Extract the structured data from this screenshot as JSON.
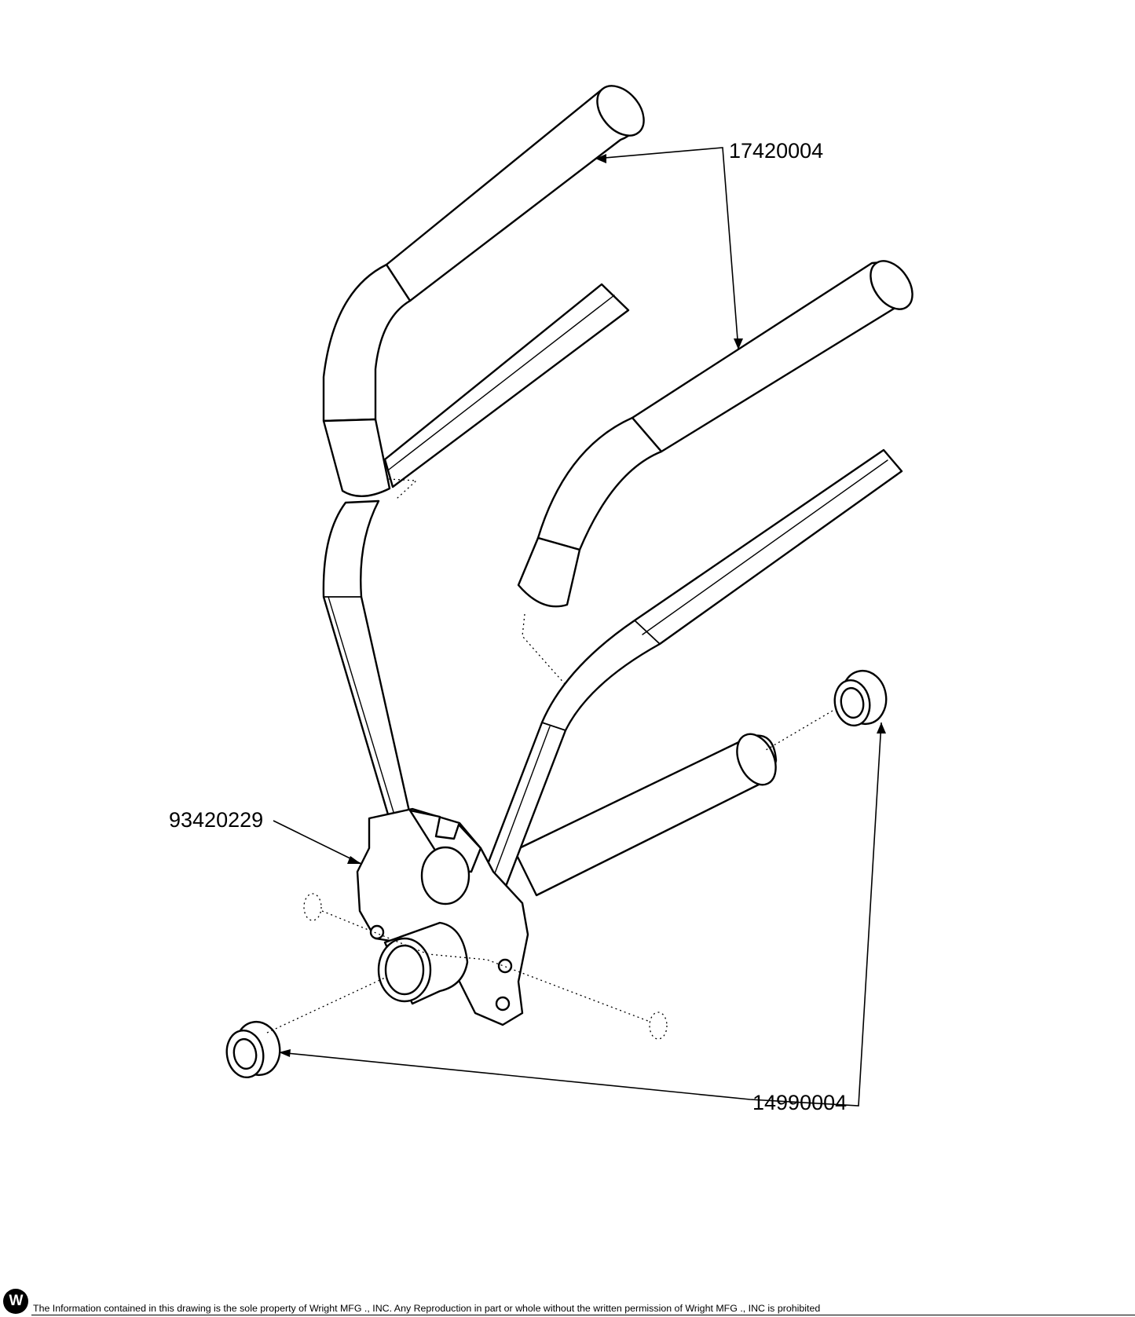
{
  "callouts": {
    "handle_tubes": "17420004",
    "pivot_bracket": "93420229",
    "bushings": "14990004"
  },
  "footer": {
    "logo": "W",
    "disclaimer": "The Information contained in this drawing is the sole property of Wright MFG ., INC. Any Reproduction in part or whole without the written permission of Wright MFG ., INC is prohibited"
  }
}
